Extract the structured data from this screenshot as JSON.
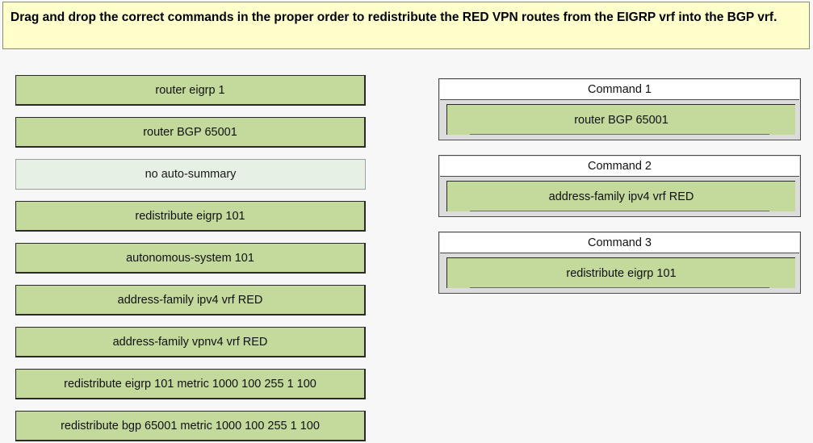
{
  "instruction": "Drag and drop the correct commands in the proper order to redistribute the RED VPN routes from the EIGRP vrf into the BGP vrf.",
  "commands": [
    {
      "label": "router eigrp 1",
      "state": "available"
    },
    {
      "label": "router BGP 65001",
      "state": "available"
    },
    {
      "label": "no auto-summary",
      "state": "placed"
    },
    {
      "label": "redistribute eigrp 101",
      "state": "available"
    },
    {
      "label": "autonomous-system 101",
      "state": "available"
    },
    {
      "label": "address-family ipv4 vrf RED",
      "state": "available"
    },
    {
      "label": "address-family vpnv4 vrf RED",
      "state": "available"
    },
    {
      "label": "redistribute eigrp 101 metric 1000 100 255 1 100",
      "state": "available"
    },
    {
      "label": "redistribute bgp 65001 metric 1000 100 255 1 100",
      "state": "available"
    }
  ],
  "slots": [
    {
      "title": "Command 1",
      "value": "router BGP 65001"
    },
    {
      "title": "Command 2",
      "value": "address-family ipv4 vrf RED"
    },
    {
      "title": "Command 3",
      "value": "redistribute eigrp 101"
    }
  ],
  "colors": {
    "instruction_bg": "#ffffcc",
    "command_bg": "#c3da9c",
    "command_used_bg": "#e7f0e5",
    "slot_bg": "#dcdcdc",
    "page_bg": "#f7f7f7"
  }
}
